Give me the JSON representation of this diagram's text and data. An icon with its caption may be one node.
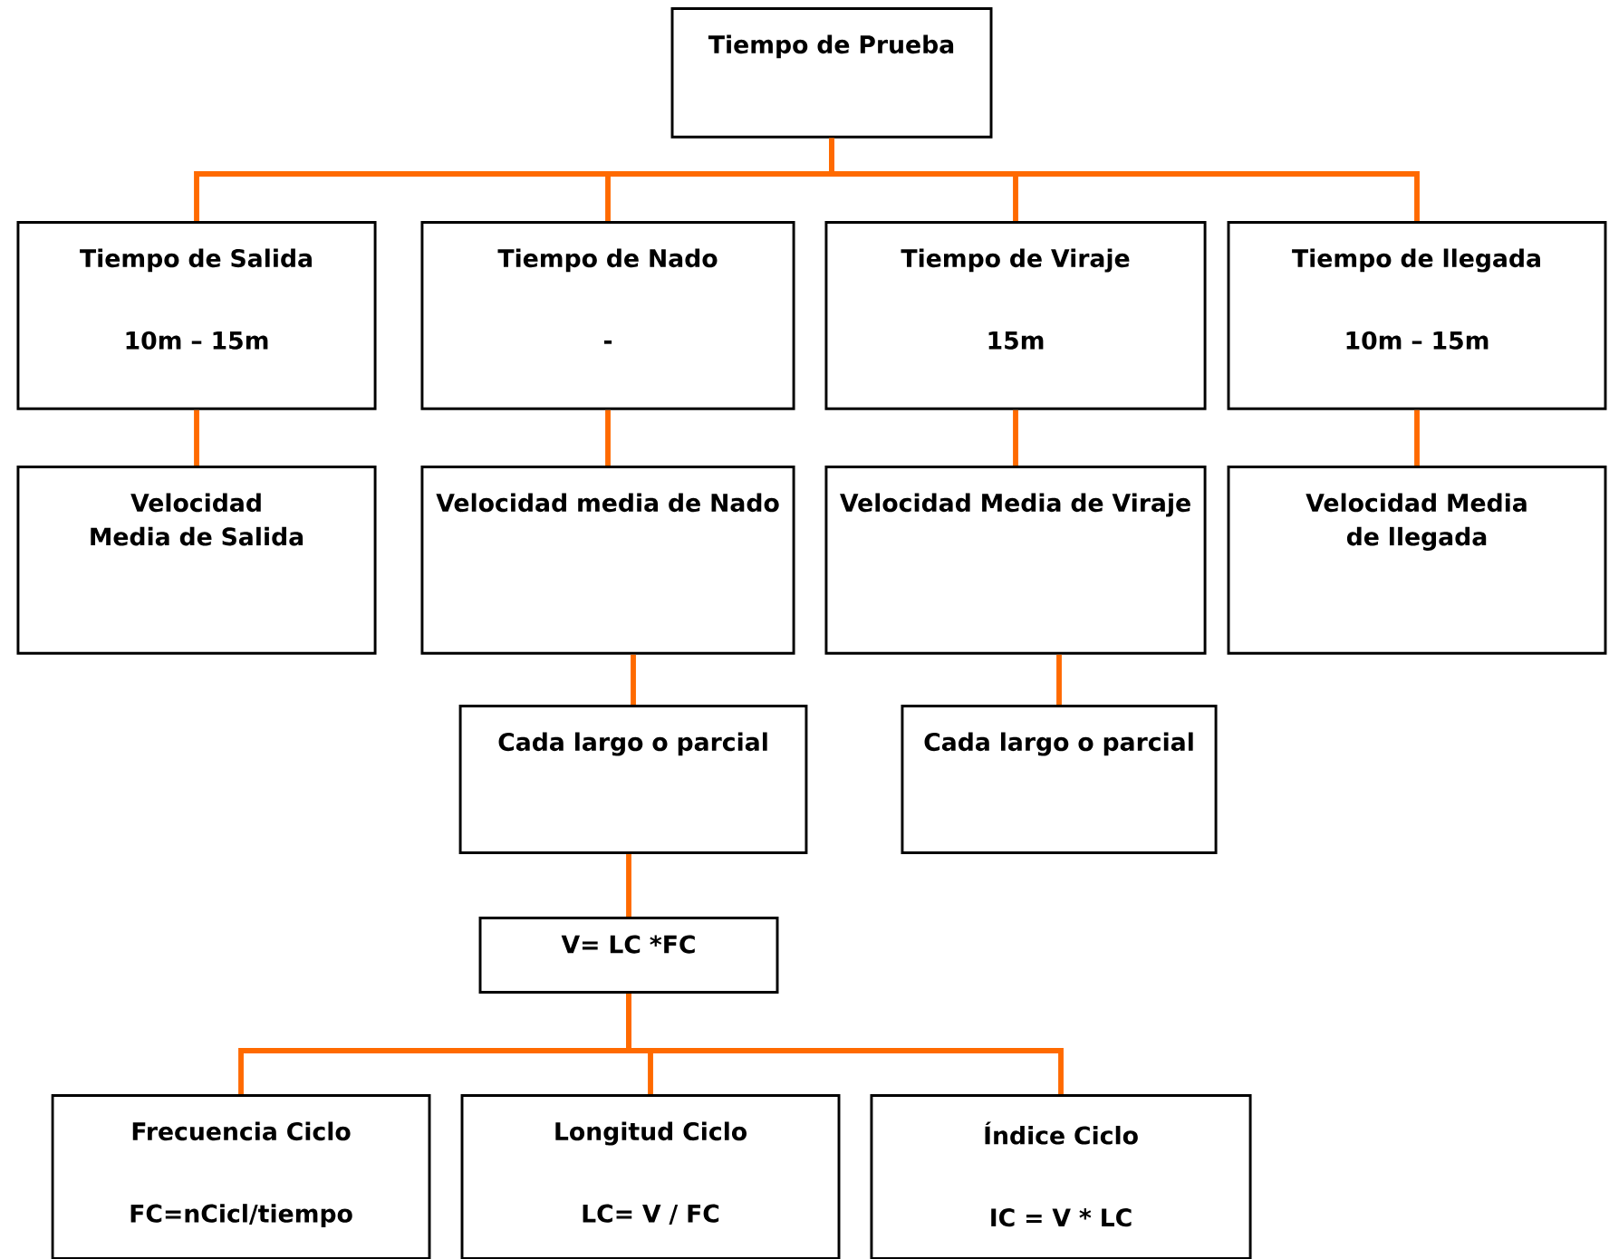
{
  "diagram": {
    "nodes": [
      {
        "text": [
          "Tiempo de Prueba"
        ]
      },
      {
        "text": [
          "Tiempo de Salida",
          "10m – 15m"
        ]
      },
      {
        "text": [
          "Tiempo de Nado",
          "-"
        ]
      },
      {
        "text": [
          "Tiempo de Viraje",
          "15m"
        ]
      },
      {
        "text": [
          "Tiempo de llegada",
          "10m – 15m"
        ]
      },
      {
        "text": [
          "Velocidad Media de Salida"
        ]
      },
      {
        "text": [
          "Velocidad media de Nado"
        ]
      },
      {
        "text": [
          "Velocidad Media de Viraje"
        ]
      },
      {
        "text": [
          "Velocidad Media de llegada"
        ]
      },
      {
        "text": [
          "Cada largo o parcial"
        ]
      },
      {
        "text": [
          "Cada largo o parcial"
        ]
      },
      {
        "text": [
          "V= LC *FC"
        ]
      },
      {
        "text": [
          "Frecuencia Ciclo",
          "FC=nCicl/tiempo"
        ]
      },
      {
        "text": [
          "Longitud Ciclo",
          "LC= V / FC"
        ]
      },
      {
        "text": [
          "Índice Ciclo",
          "IC = V * LC"
        ]
      }
    ],
    "edges": [
      {
        "from": 0,
        "to": 1,
        "arrow": "none"
      },
      {
        "from": 0,
        "to": 2,
        "arrow": "none"
      },
      {
        "from": 0,
        "to": 3,
        "arrow": "none"
      },
      {
        "from": 0,
        "to": 4,
        "arrow": "none"
      },
      {
        "from": 1,
        "to": 5,
        "arrow": "none"
      },
      {
        "from": 2,
        "to": 6,
        "arrow": "none"
      },
      {
        "from": 3,
        "to": 7,
        "arrow": "none"
      },
      {
        "from": 4,
        "to": 8,
        "arrow": "none"
      },
      {
        "from": 6,
        "to": 9,
        "arrow": "none"
      },
      {
        "from": 7,
        "to": 10,
        "arrow": "none"
      },
      {
        "from": 9,
        "to": 11,
        "arrow": "none"
      },
      {
        "from": 11,
        "to": 12,
        "arrow": "none"
      },
      {
        "from": 11,
        "to": 13,
        "arrow": "none"
      },
      {
        "from": 11,
        "to": 14,
        "arrow": "none"
      }
    ]
  }
}
